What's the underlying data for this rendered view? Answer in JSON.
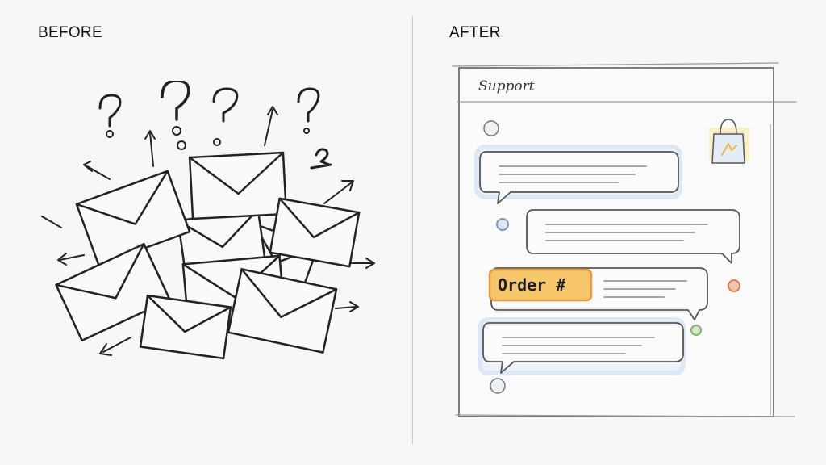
{
  "before": {
    "title": "BEFORE"
  },
  "after": {
    "title": "AFTER",
    "window_title": "Support",
    "order_tag": "Order #"
  },
  "colors": {
    "order_tag_fill": "#f6c66a",
    "order_tag_border": "#e39a3a",
    "user_dot": "#7a9abf",
    "agent_dot_orange": "#e8774e",
    "agent_dot_green": "#86b56a",
    "bubble_highlight": "#c9ddf3"
  },
  "icons": [
    "question-mark-icon",
    "envelope-icon",
    "arrow-icon",
    "shopping-bag-icon",
    "avatar-dot-icon"
  ]
}
